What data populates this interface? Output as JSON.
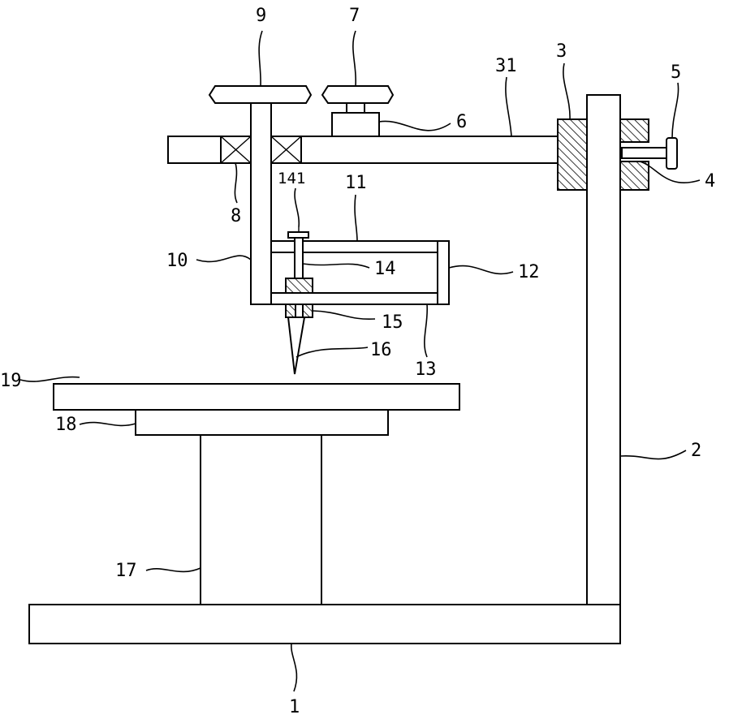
{
  "labels": {
    "l1": "1",
    "l2": "2",
    "l3": "3",
    "l4": "4",
    "l5": "5",
    "l6": "6",
    "l7": "7",
    "l8": "8",
    "l9": "9",
    "l10": "10",
    "l11": "11",
    "l12": "12",
    "l13": "13",
    "l14": "14",
    "l141": "141",
    "l15": "15",
    "l16": "16",
    "l17": "17",
    "l18": "18",
    "l19": "19",
    "l31": "31"
  }
}
